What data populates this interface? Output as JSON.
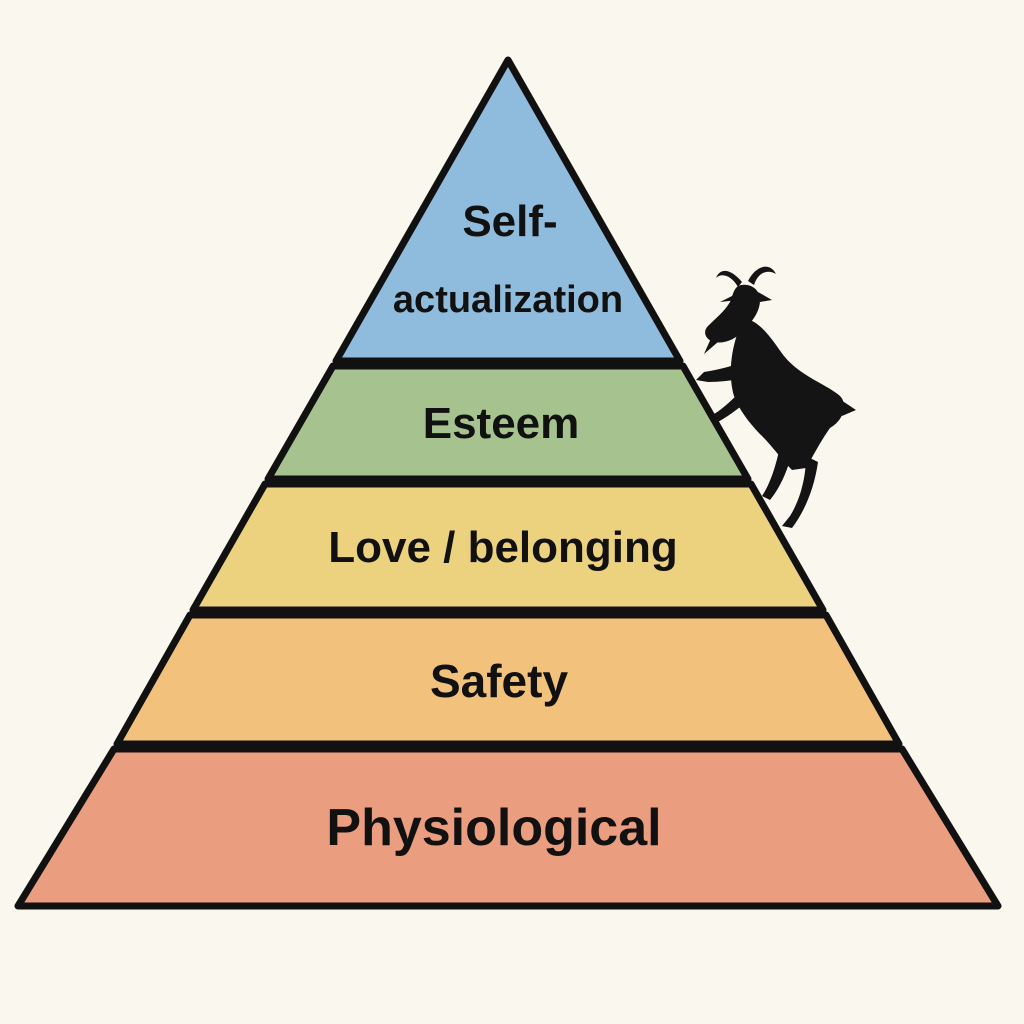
{
  "diagram": {
    "levels": [
      {
        "label_lines": [
          "Self-",
          "actualization"
        ],
        "color": "#8fbcdc"
      },
      {
        "label_lines": [
          "Esteem"
        ],
        "color": "#a6c38f"
      },
      {
        "label_lines": [
          "Love / belonging"
        ],
        "color": "#ecd27e"
      },
      {
        "label_lines": [
          "Safety"
        ],
        "color": "#f2c27c"
      },
      {
        "label_lines": [
          "Physiological"
        ],
        "color": "#eb9d80"
      }
    ],
    "outline_color": "#111111",
    "background_color": "#faf7ef",
    "figure": {
      "icon": "goat-silhouette-icon",
      "color": "#141414"
    }
  }
}
